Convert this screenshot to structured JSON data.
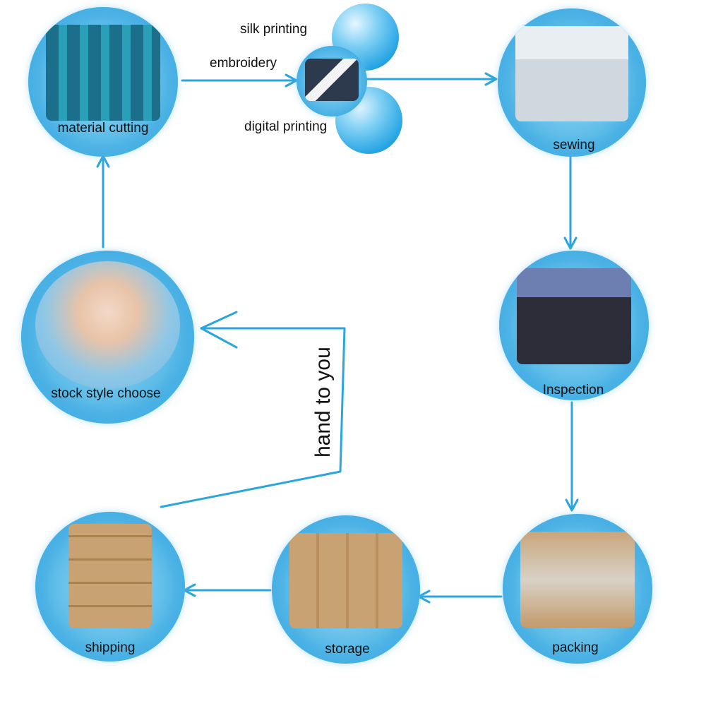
{
  "colors": {
    "arrow": "#2aa6dc",
    "node_glow": "#5bbbe8"
  },
  "nodes": {
    "material_cutting": "material  cutting",
    "sewing": "sewing",
    "inspection": "Inspection",
    "packing": "packing",
    "storage": "storage",
    "shipping": "shipping",
    "stock_style": "stock style choose"
  },
  "printing_options": {
    "silk": "silk printing",
    "embroidery": "embroidery",
    "digital": "digital printing"
  },
  "hand_to_you": "hand to you"
}
